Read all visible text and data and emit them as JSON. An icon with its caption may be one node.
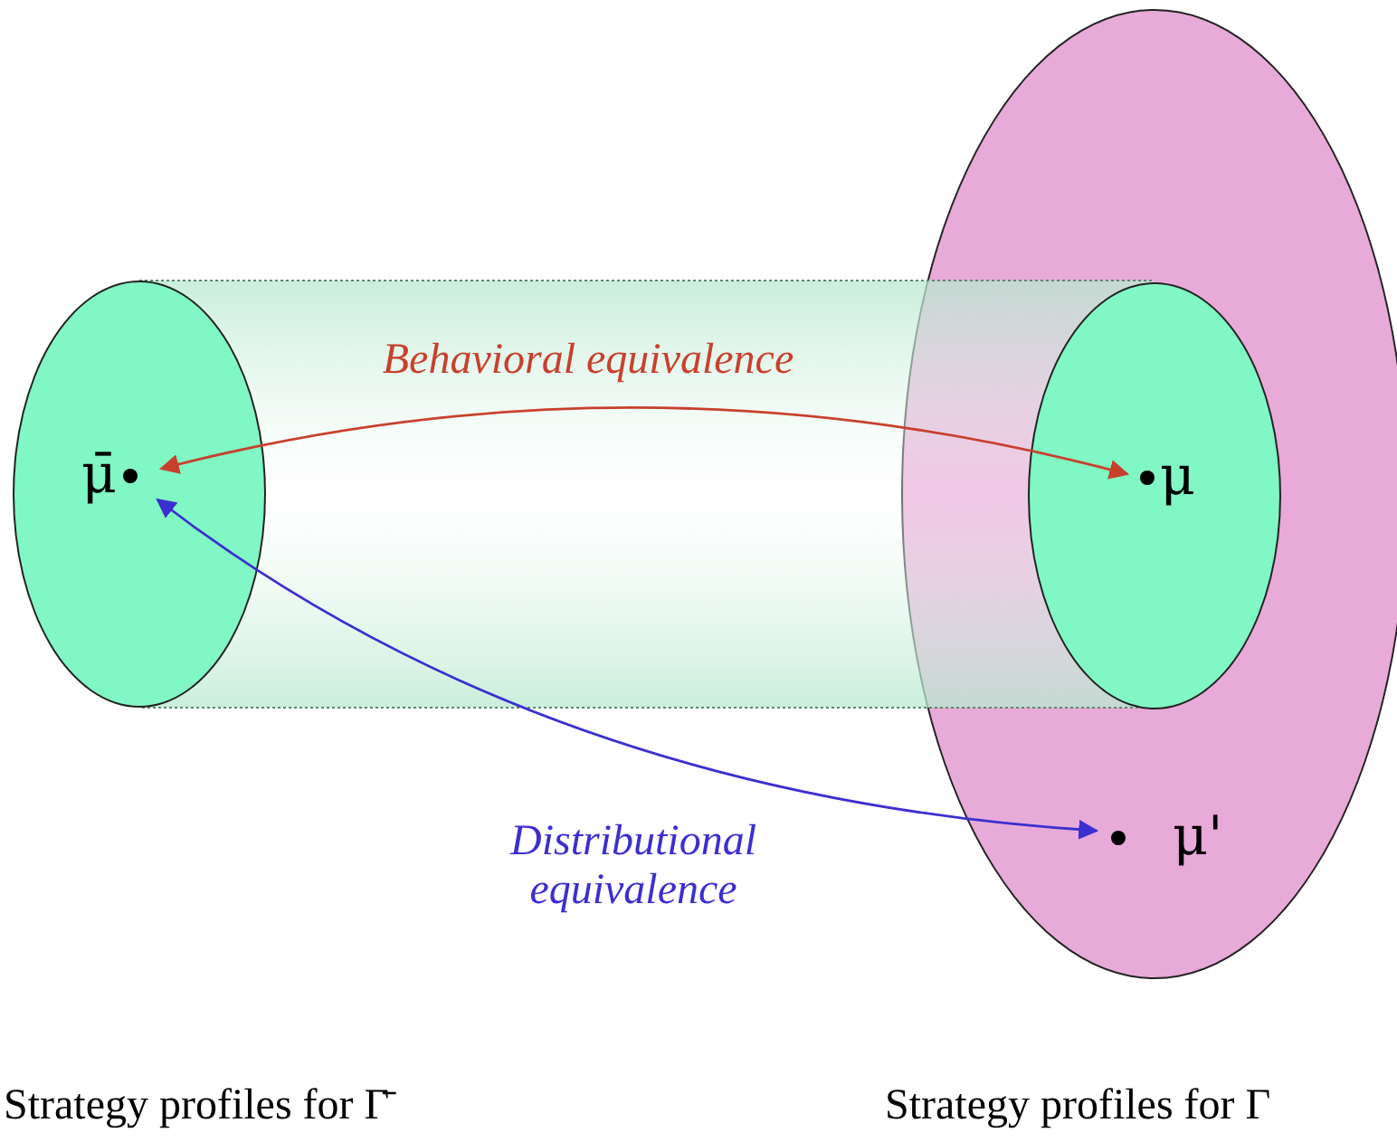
{
  "diagram": {
    "nodes": [
      {
        "text": [],
        "shape": "ellipse"
      },
      {
        "text": [],
        "shape": "ellipse"
      },
      {
        "text": [],
        "shape": "ellipse",
        "in": 1
      },
      {
        "text": [
          "μ̄"
        ],
        "in": 0
      },
      {
        "text": [
          "μ"
        ],
        "in": 2
      },
      {
        "text": [
          "μ'"
        ],
        "in": 1
      }
    ],
    "edges": [
      {
        "from": 3,
        "to": 4,
        "arrow": "both",
        "label": "Behavioral equivalence",
        "color": "#c8402c"
      },
      {
        "from": 3,
        "to": 5,
        "arrow": "both",
        "label": "Distributional equivalence",
        "color": "#3b2fd0"
      }
    ],
    "labels": [
      "Strategy profiles for Γ̄",
      "Strategy profiles for Γ"
    ]
  }
}
